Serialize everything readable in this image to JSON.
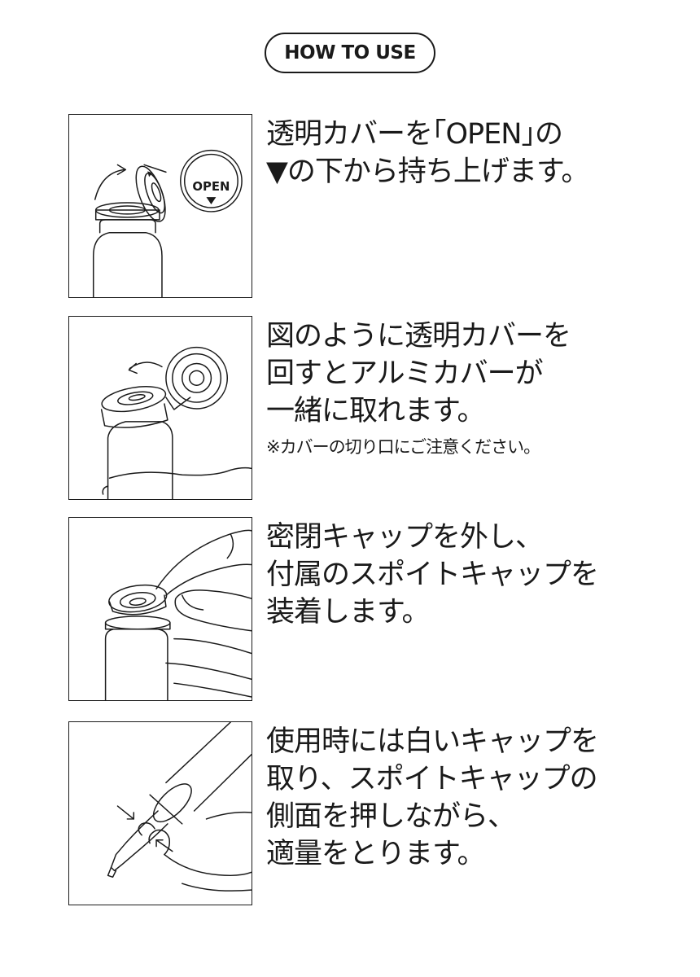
{
  "header": {
    "title": "HOW TO USE"
  },
  "steps": [
    {
      "lines": [
        "透明カバーを｢OPEN｣の",
        "▼の下から持ち上げます。"
      ],
      "note": "",
      "illustration_label": "OPEN"
    },
    {
      "lines": [
        "図のように透明カバーを",
        "回すとアルミカバーが",
        "一緒に取れます。"
      ],
      "note": "※カバーの切り口にご注意ください。"
    },
    {
      "lines": [
        "密閉キャップを外し、",
        "付属のスポイトキャップを",
        "装着します。"
      ],
      "note": ""
    },
    {
      "lines": [
        "使用時には白いキャップを",
        "取り、スポイトキャップの",
        "側面を押しながら、",
        "適量をとります。"
      ],
      "note": ""
    }
  ]
}
